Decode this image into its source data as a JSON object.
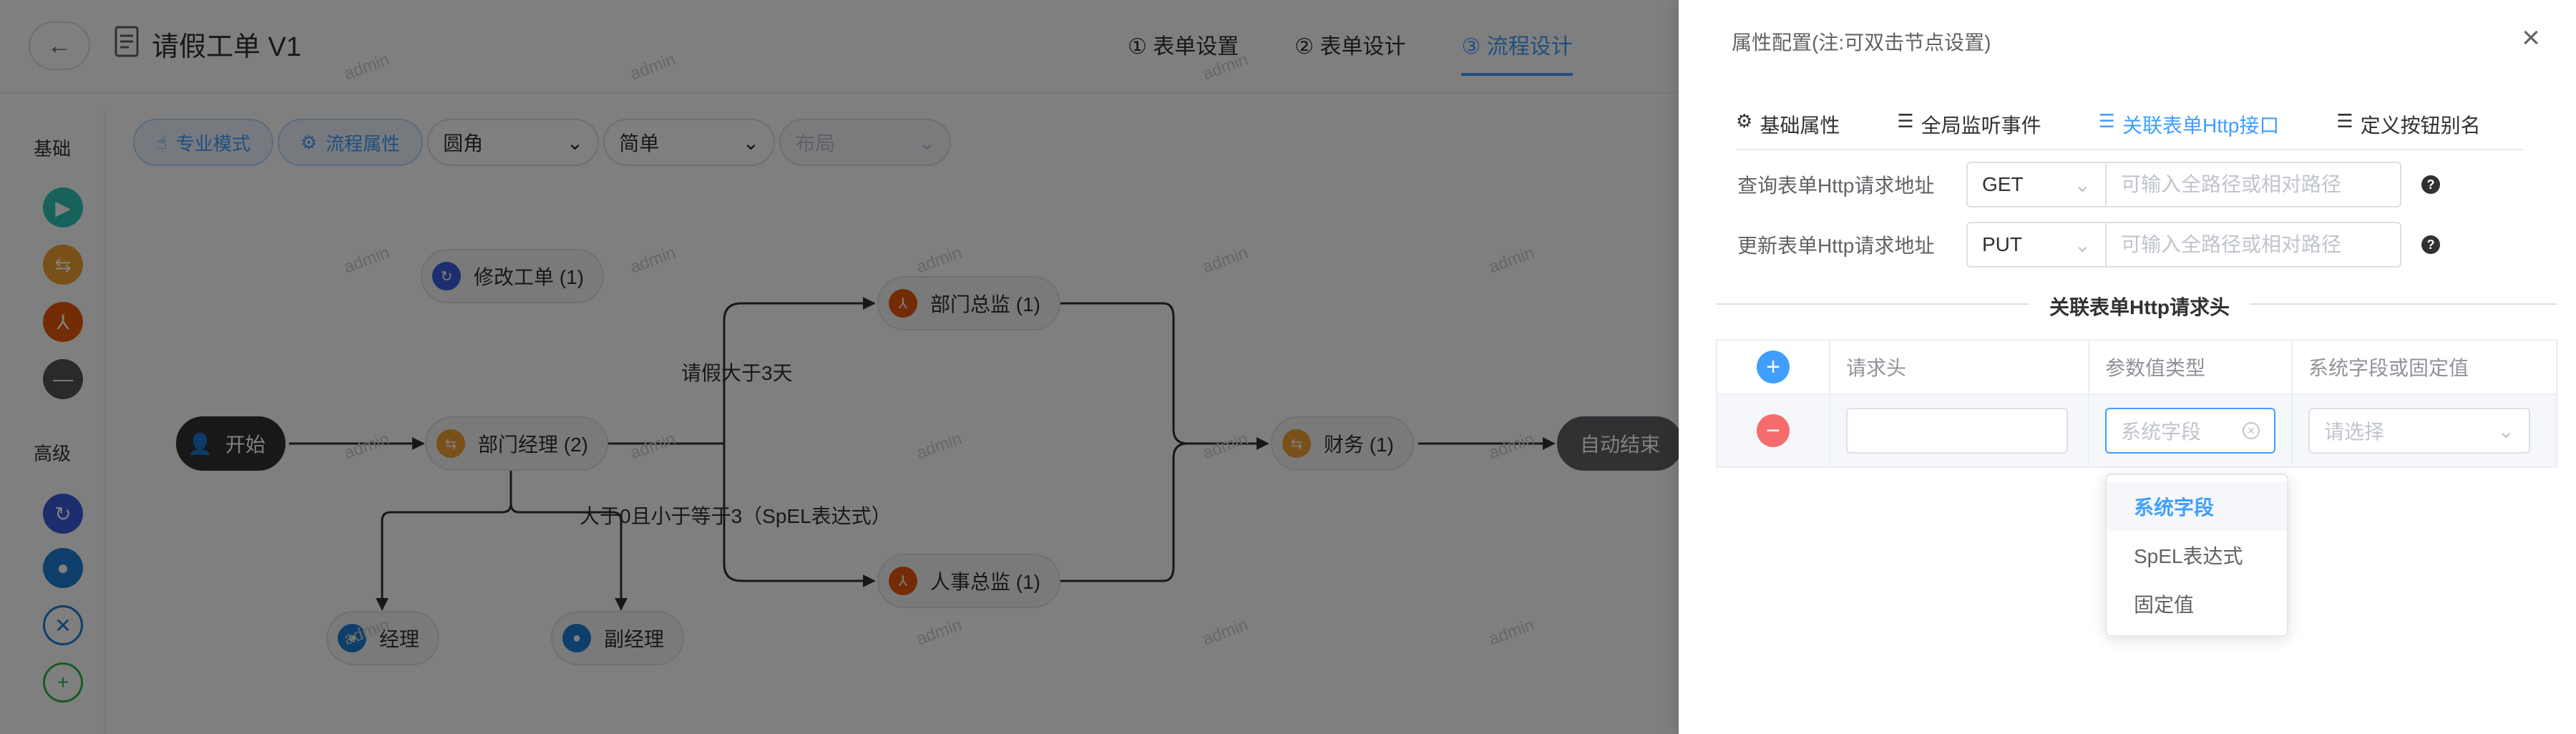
{
  "header": {
    "title": "请假工单 V1",
    "steps": [
      "① 表单设置",
      "② 表单设计",
      "③ 流程设计"
    ]
  },
  "left_panel": {
    "section_basic": "基础",
    "section_advanced": "高级"
  },
  "toolbar": {
    "pro_mode": "专业模式",
    "flow_props": "流程属性",
    "corner_select": "圆角",
    "style_select": "简单",
    "layout_select": "布局"
  },
  "flow": {
    "start": "开始",
    "modify_ticket": "修改工单 (1)",
    "dept_manager": "部门经理 (2)",
    "dept_director": "部门总监 (1)",
    "hr_director": "人事总监 (1)",
    "finance": "财务 (1)",
    "auto_end": "自动结束",
    "manager": "经理",
    "vice_manager": "副经理",
    "cond_gt3": "请假大于3天",
    "cond_spel": "大于0且小于等于3（SpEL表达式）"
  },
  "watermark_text": "admin",
  "drawer": {
    "title": "属性配置(注:可双击节点设置)",
    "tabs": [
      "基础属性",
      "全局监听事件",
      "关联表单Http接口",
      "定义按钮别名"
    ],
    "query_label": "查询表单Http请求地址",
    "query_method": "GET",
    "update_label": "更新表单Http请求地址",
    "update_method": "PUT",
    "url_placeholder": "可输入全路径或相对路径",
    "header_section": "关联表单Http请求头",
    "table": {
      "col_header": "请求头",
      "col_type": "参数值类型",
      "col_value": "系统字段或固定值",
      "row_type_placeholder": "系统字段",
      "row_value_placeholder": "请选择"
    },
    "dropdown_options": [
      "系统字段",
      "SpEL表达式",
      "固定值"
    ]
  },
  "colors": {
    "primary": "#409eff",
    "danger": "#f56c6c",
    "mask": "rgba(0,0,0,0.5)"
  }
}
